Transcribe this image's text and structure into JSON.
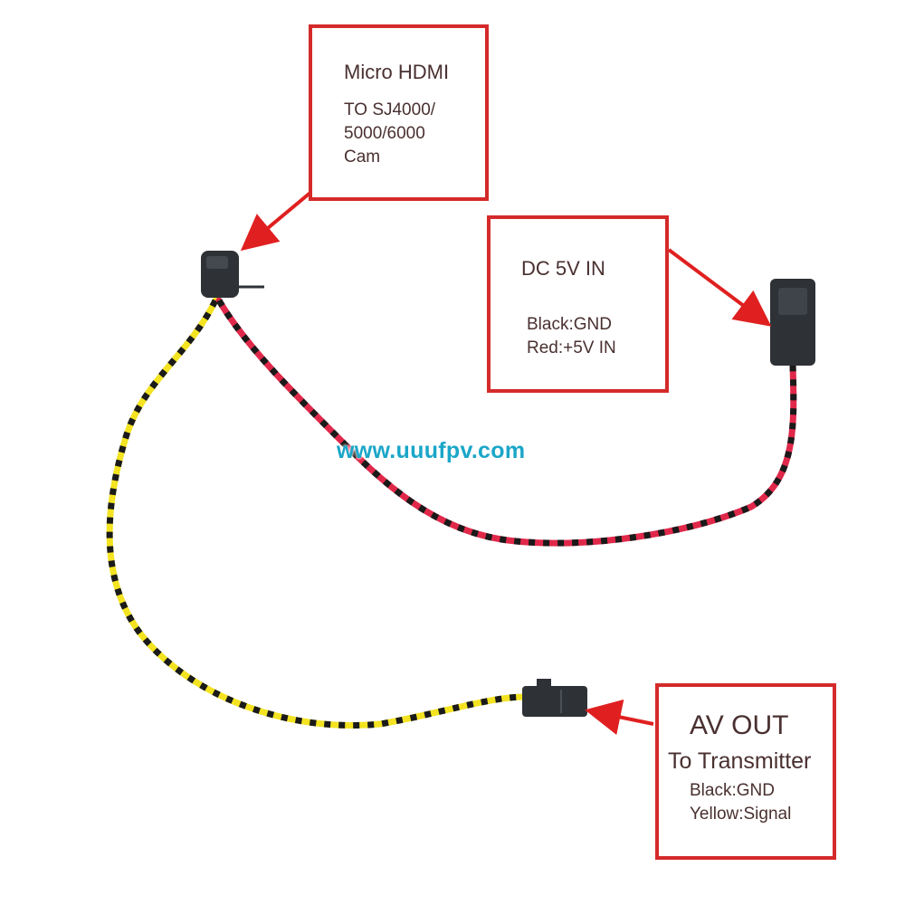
{
  "labels": {
    "hdmi": {
      "title": "Micro HDMI",
      "lines": [
        "TO SJ4000/",
        "5000/6000",
        "Cam"
      ]
    },
    "dc": {
      "title": "DC 5V IN",
      "lines": [
        "Black:GND",
        "Red:+5V IN"
      ]
    },
    "av": {
      "title": "AV OUT",
      "subtitle": "To Transmitter",
      "lines": [
        "Black:GND",
        "Yellow:Signal"
      ]
    }
  },
  "watermark": "www.uuufpv.com",
  "colors": {
    "label_border": "#d42a2a",
    "arrow": "#e02020",
    "wire_red": "#e0284a",
    "wire_black": "#1a1a1a",
    "wire_yellow": "#f3e321",
    "connector": "#2e3236",
    "watermark": "#1aa6c8"
  }
}
